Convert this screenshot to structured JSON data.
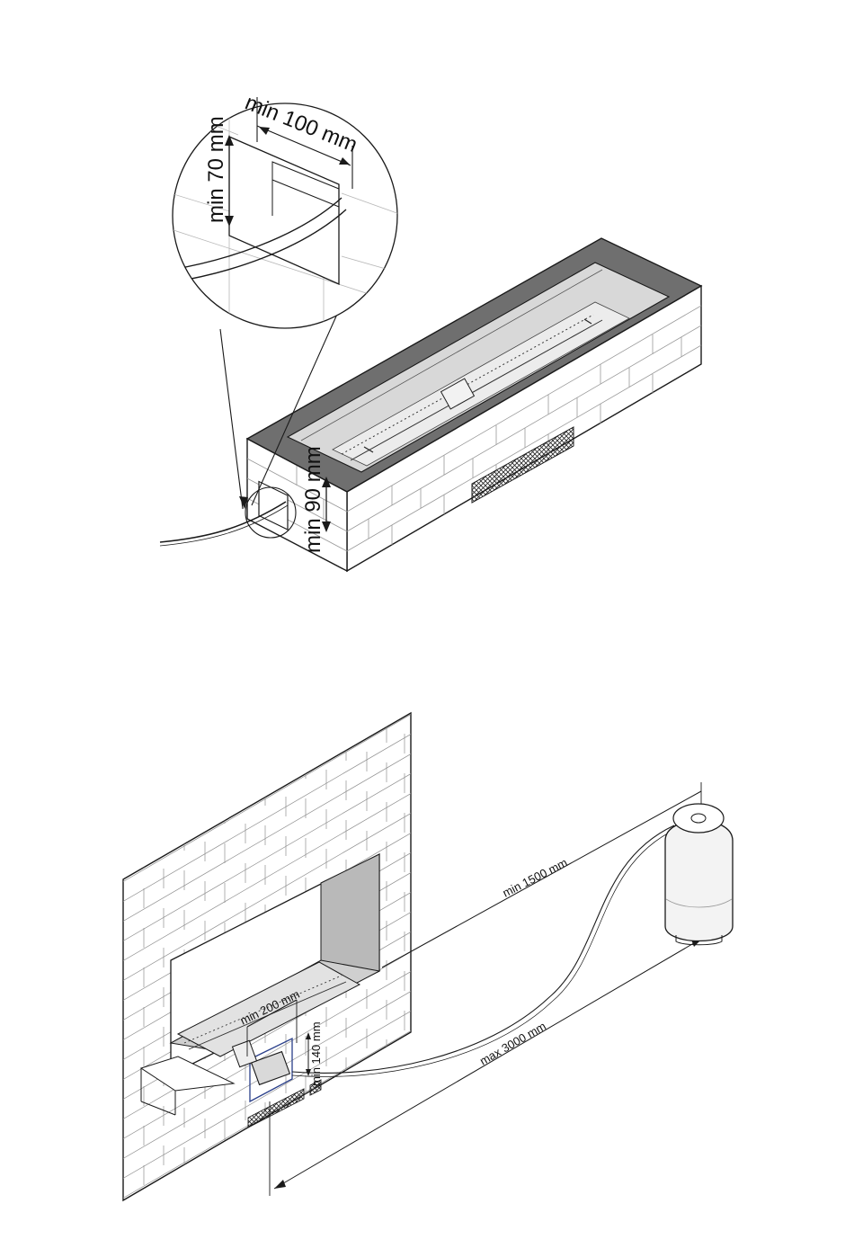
{
  "figure_top": {
    "labels": {
      "detail_width": "min 100 mm",
      "detail_height": "min 70 mm",
      "wall_height": "min 90 mm"
    }
  },
  "figure_bottom": {
    "labels": {
      "opening_width": "min 200 mm",
      "opening_height": "min 140 mm",
      "tank_min_distance": "min 1500 mm",
      "hose_max_length": "max 3000 mm"
    }
  },
  "colors": {
    "line": "#1a1a1a",
    "top_surface": "#6f6f6f",
    "tray_fill": "#d8d8d8",
    "recess_wall": "#b9b9b9",
    "service_box": "#2a3f8a"
  }
}
